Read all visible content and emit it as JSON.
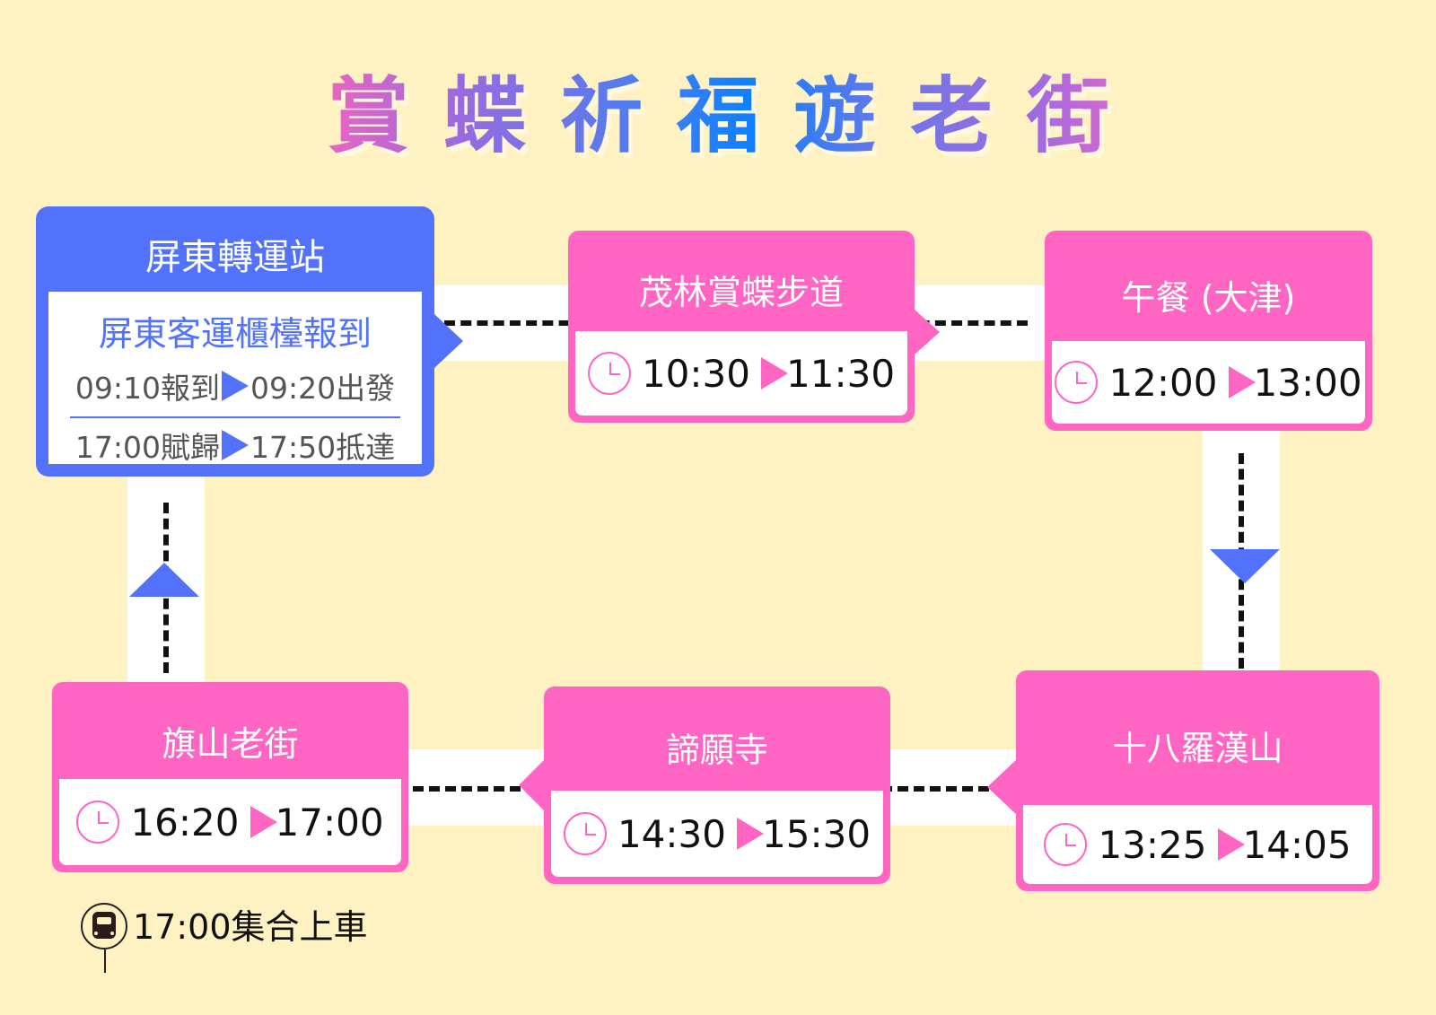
{
  "title": "賞蝶祈福遊老街",
  "start": {
    "name": "屏東轉運站",
    "subtitle": "屏東客運櫃檯報到",
    "line1_a": "09:10報到",
    "line1_b": "09:20出發",
    "line2_a": "17:00賦歸",
    "line2_b": "17:50抵達"
  },
  "stops": [
    {
      "name": "茂林賞蝶步道",
      "from": "10:30",
      "to": "11:30"
    },
    {
      "name": "午餐 (大津)",
      "from": "12:00",
      "to": "13:00"
    },
    {
      "name": "十八羅漢山",
      "from": "13:25",
      "to": "14:05"
    },
    {
      "name": "諦願寺",
      "from": "14:30",
      "to": "15:30"
    },
    {
      "name": "旗山老街",
      "from": "16:20",
      "to": "17:00"
    }
  ],
  "note": "17:00集合上車",
  "colors": {
    "background": "#fef1c2",
    "blue": "#5272fb",
    "pink": "#ff66c4"
  }
}
